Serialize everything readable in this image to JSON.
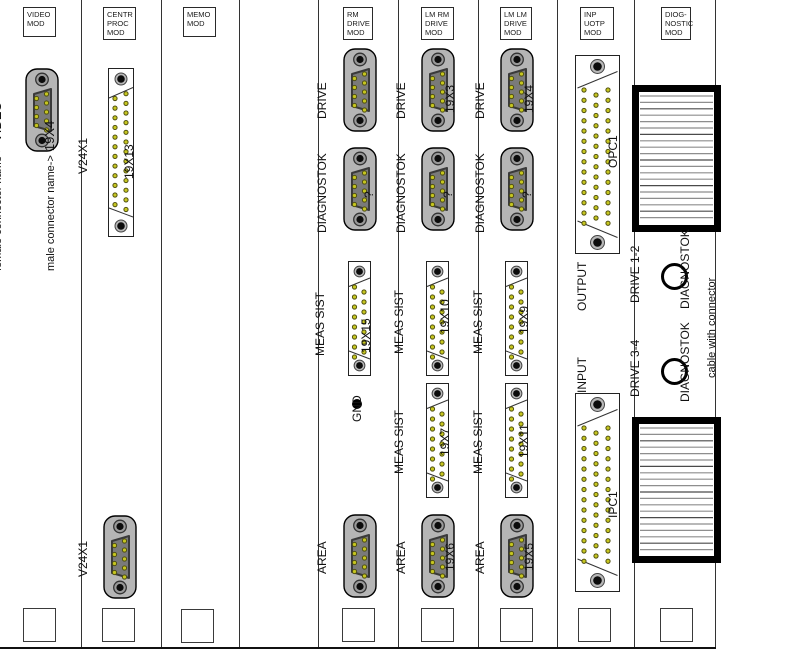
{
  "legend": {
    "female_prefix": "female connector name->",
    "female_name": "VIDEO",
    "male_prefix": "male connector name->",
    "male_name": "19X4",
    "cable_note": "cable with connector"
  },
  "modules": {
    "video": {
      "title": "VIDEO\nMOD"
    },
    "centr_proc": {
      "title": "CENTR\nPROC\nMOD",
      "top_conn_name": "V24X1",
      "top_conn_num": "19X13",
      "bottom_conn_name": "V24X1"
    },
    "memo": {
      "title": "MEMO\nMOD"
    },
    "rm_drive": {
      "title": "RM\nDRIVE\nMOD",
      "drive": "DRIVE",
      "diagnostok": "DIAGNOSTOK",
      "diagnostok_num": "?",
      "meas": "MEAS SIST",
      "meas_num": "19X15",
      "gnd": "GND",
      "area": "AREA"
    },
    "lm_rm_drive": {
      "title": "LM RM\nDRIVE\nMOD",
      "drive": "DRIVE",
      "drive_num": "19X3",
      "diagnostok": "DIAGNOSTOK",
      "diagnostok_num": "?",
      "meas_top": "MEAS SIST",
      "meas_top_num": "19X10",
      "meas_bottom": "MEAS SIST",
      "meas_bottom_num": "19X7",
      "area": "AREA",
      "area_num": "19X6"
    },
    "lm_lm_drive": {
      "title": "LM LM\nDRIVE\nMOD",
      "drive": "DRIVE",
      "drive_num": "19X4",
      "diagnostok": "DIAGNOSTOK",
      "diagnostok_num": "?",
      "meas_top": "MEAS SIST",
      "meas_top_num": "19X9",
      "meas_bottom": "MEAS SIST",
      "meas_bottom_num": "19X11",
      "area": "AREA",
      "area_num": "19X5"
    },
    "inp_uotp": {
      "title": "INP\nUOTP\nMOD",
      "top_conn_name": "OPC1",
      "output_label": "OUTPUT",
      "input_label": "INPUT",
      "bottom_conn_name": "IPC1"
    },
    "diognostic": {
      "title": "DIOG-\nNOSTIC\nMOD",
      "drive12": "DRIVE 1-2",
      "drive12_diag": "DIAGNOSTOK",
      "drive34": "DRIVE 3-4",
      "drive34_diag": "DIAGNOSTOK"
    }
  },
  "colors": {
    "pin": "#c6c620",
    "connector_shell": "#b5b5b5",
    "connector_inner": "#7a7a7a",
    "panel_line": "#333333"
  }
}
